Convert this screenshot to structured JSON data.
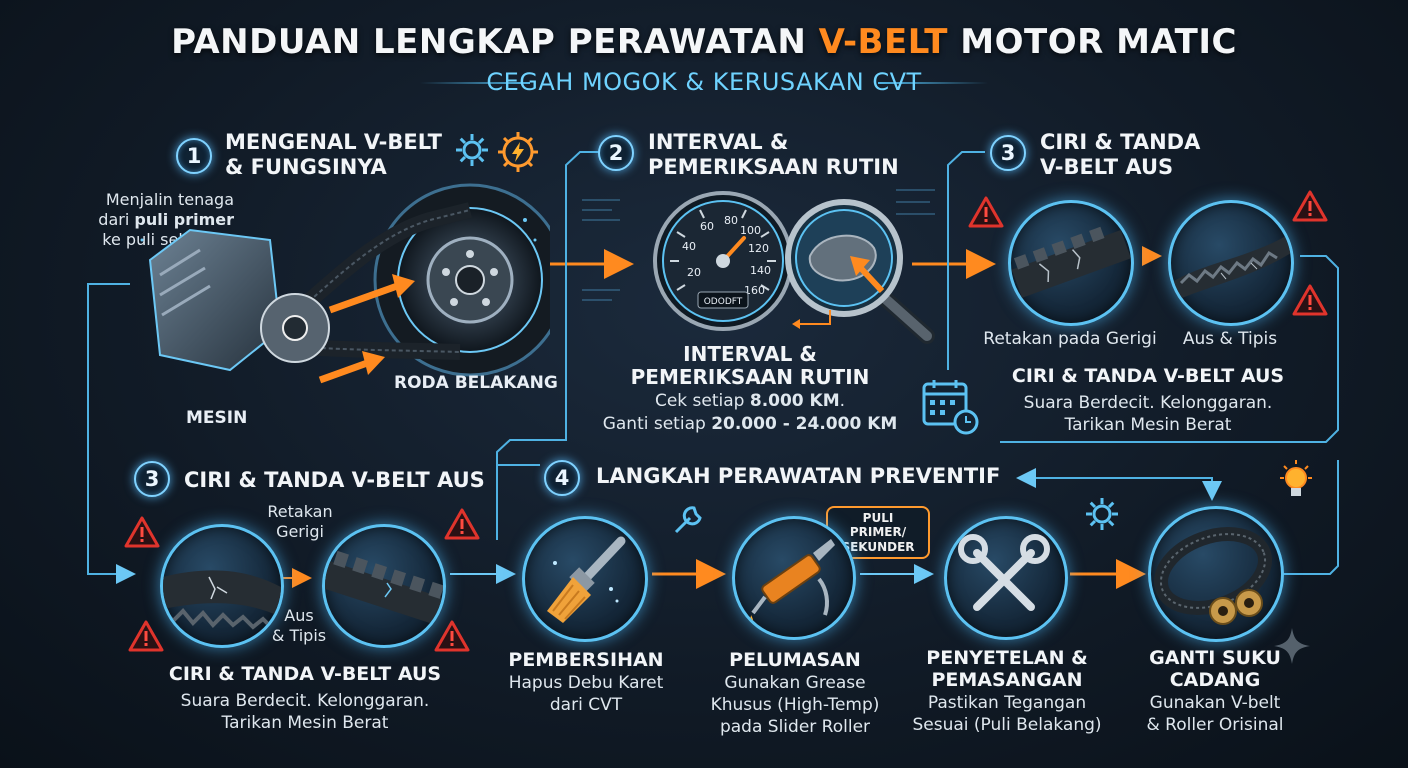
{
  "header": {
    "title_pre": "PANDUAN LENGKAP PERAWATAN ",
    "title_accent": "V-BELT",
    "title_post": " MOTOR MATIC",
    "subtitle": "CEGAH MOGOK & KERUSAKAN CVT"
  },
  "section1": {
    "number": "1",
    "title_l1": "MENGENAL V-BELT",
    "title_l2": "& FUNGSINYA",
    "desc_l1": "Menjalin tenaga",
    "desc_l2a": "dari ",
    "desc_l2b": "puli primer",
    "desc_l3": "ke puli sekunder",
    "label_engine": "MESIN",
    "label_wheel": "RODA BELAKANG"
  },
  "section2": {
    "number": "2",
    "title_l1": "INTERVAL &",
    "title_l2": "PEMERIKSAAN RUTIN",
    "gauge_ticks": [
      "20",
      "40",
      "60",
      "80",
      "100",
      "120",
      "140",
      "160"
    ],
    "odometer": "ODODFT",
    "heading_l1": "INTERVAL &",
    "heading_l2": "PEMERIKSAAN RUTIN",
    "check_pre": "Cek setiap ",
    "check_value": "8.000 KM",
    "check_post": ".",
    "replace_pre": "Ganti setiap ",
    "replace_value": "20.000 - 24.000 KM"
  },
  "section3_top": {
    "number": "3",
    "title_l1": "CIRI & TANDA",
    "title_l2": "V-BELT AUS",
    "label_crack": "Retakan pada Gerigi",
    "label_worn": "Aus & Tipis",
    "heading": "CIRI & TANDA V-BELT AUS",
    "desc_l1": "Suara Berdecit. Kelonggaran.",
    "desc_l2": "Tarikan Mesin Berat"
  },
  "section3_bottom": {
    "number": "3",
    "title": "CIRI & TANDA V-BELT AUS",
    "label_crack_l1": "Retakan",
    "label_crack_l2": "Gerigi",
    "label_worn_l1": "Aus",
    "label_worn_l2": "& Tipis",
    "heading": "CIRI & TANDA V-BELT AUS",
    "desc_l1": "Suara Berdecit. Kelonggaran.",
    "desc_l2": "Tarikan Mesin Berat"
  },
  "section4": {
    "number": "4",
    "title": "LANGKAH PERAWATAN PREVENTIF",
    "callout_l1": "PULI PRIMER/",
    "callout_l2": "SEKUNDER",
    "steps": [
      {
        "title_l1": "PEMBERSIHAN",
        "title_l2": "",
        "desc_l1": "Hapus Debu Karet",
        "desc_l2": "dari CVT",
        "desc_l3": ""
      },
      {
        "title_l1": "PELUMASAN",
        "title_l2": "",
        "desc_l1": "Gunakan Grease",
        "desc_l2": "Khusus (High-Temp)",
        "desc_l3": "pada Slider Roller"
      },
      {
        "title_l1": "PENYETELAN &",
        "title_l2": "PEMASANGAN",
        "desc_l1": "Pastikan Tegangan",
        "desc_l2": "Sesuai (Puli Belakang)",
        "desc_l3": ""
      },
      {
        "title_l1": "GANTI SUKU",
        "title_l2": "CADANG",
        "desc_l1": "Gunakan V-belt",
        "desc_l2": "& Roller Orisinal",
        "desc_l3": ""
      }
    ]
  },
  "colors": {
    "accent_orange": "#ff8a1f",
    "accent_blue": "#5cc2f2",
    "warning_red": "#e0342c",
    "background": "#111b27"
  },
  "icons": [
    "gear-icon",
    "lightning-icon",
    "warning-icon",
    "calendar-icon",
    "wrench-icon",
    "lightbulb-icon",
    "magnifier-icon",
    "speedometer-icon",
    "brush-icon",
    "grease-gun-icon",
    "crossed-tools-icon",
    "belt-roller-icon",
    "sparkle-icon"
  ]
}
